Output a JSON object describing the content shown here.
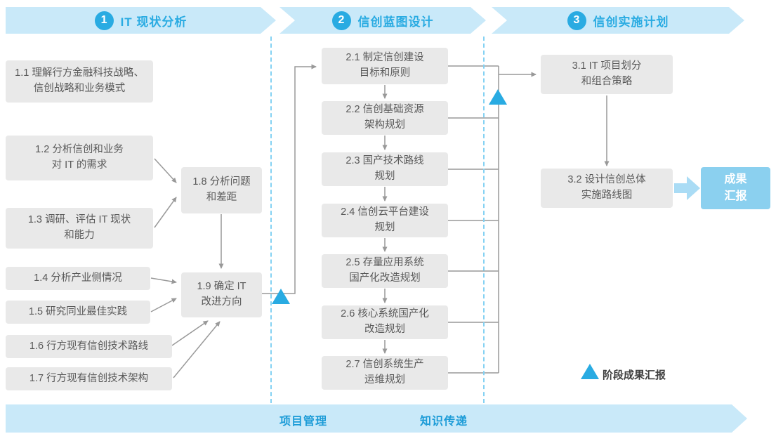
{
  "colors": {
    "banner_bg": "#c9e9f9",
    "accent_blue": "#29abe2",
    "box_bg": "#e9e9e9",
    "box_text": "#595959",
    "connector_gray": "#999999",
    "dashed_divider": "#85d2f3",
    "result_bg": "#8bd0ef",
    "result_arrow": "#aadcf5",
    "footer_text": "#1b9bd7"
  },
  "phases": [
    {
      "number": "1",
      "title": "IT 现状分析"
    },
    {
      "number": "2",
      "title": "信创蓝图设计"
    },
    {
      "number": "3",
      "title": "信创实施计划"
    }
  ],
  "phase1": {
    "boxes": [
      {
        "label": "1.1 理解行方金融科技战略、\n信创战略和业务模式"
      },
      {
        "label": "1.2 分析信创和业务\n对 IT 的需求"
      },
      {
        "label": "1.3 调研、评估 IT 现状\n和能力"
      },
      {
        "label": "1.4 分析产业侧情况"
      },
      {
        "label": "1.5 研究同业最佳实践"
      },
      {
        "label": "1.6 行方现有信创技术路线"
      },
      {
        "label": "1.7 行方现有信创技术架构"
      },
      {
        "label": "1.8 分析问题\n和差距"
      },
      {
        "label": "1.9 确定 IT\n改进方向"
      }
    ]
  },
  "phase2": {
    "boxes": [
      {
        "label": "2.1 制定信创建设\n目标和原则"
      },
      {
        "label": "2.2 信创基础资源\n架构规划"
      },
      {
        "label": "2.3 国产技术路线\n规划"
      },
      {
        "label": "2.4 信创云平台建设\n规划"
      },
      {
        "label": "2.5 存量应用系统\n国产化改造规划"
      },
      {
        "label": "2.6 核心系统国产化\n改造规划"
      },
      {
        "label": "2.7 信创系统生产\n运维规划"
      }
    ]
  },
  "phase3": {
    "boxes": [
      {
        "label": "3.1 IT 项目划分\n和组合策略"
      },
      {
        "label": "3.2 设计信创总体\n实施路线图"
      }
    ]
  },
  "result": {
    "label": "成果\n汇报"
  },
  "legend": {
    "label": "阶段成果汇报"
  },
  "footer": {
    "left_label": "项目管理",
    "right_label": "知识传递"
  }
}
